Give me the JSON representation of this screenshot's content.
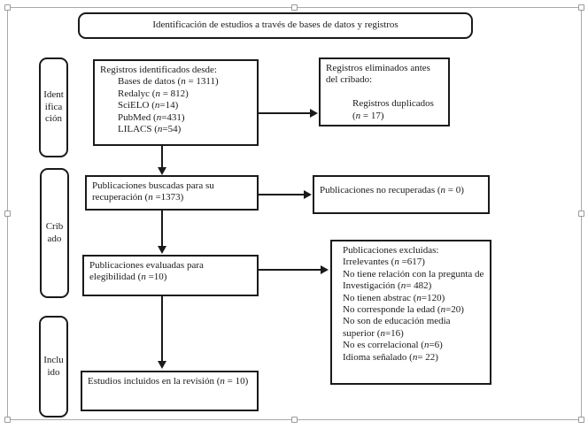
{
  "diagram": {
    "title": "Identificación de estudios a través de bases de datos y registros",
    "stages": {
      "identification": "Identificación",
      "screening": "Cribado",
      "included": "Incluido"
    },
    "boxes": {
      "records_identified": {
        "lines": [
          "Registros identificados desde:",
          "    Bases de datos (n = 1311)",
          "    Redalyc (n = 812)",
          "    SciELO (n=14)",
          "    PubMed (n=431)",
          "    LILACS (n=54)"
        ]
      },
      "records_removed": {
        "lines": [
          "Registros eliminados antes del cribado:",
          "",
          "      Registros duplicados (n = 17)"
        ]
      },
      "publications_sought": {
        "lines": [
          "Publicaciones buscadas para su recuperación (n =1373)"
        ]
      },
      "publications_not_retrieved": {
        "lines": [
          "Publicaciones no recuperadas (n = 0)"
        ]
      },
      "publications_assessed": {
        "lines": [
          "Publicaciones evaluadas para elegibilidad (n =10)"
        ]
      },
      "publications_excluded": {
        "lines": [
          "Publicaciones excluidas:",
          "Irrelevantes (n =617)",
          "No tiene relación con la pregunta de Investigación (n= 482)",
          "No tienen abstrac (n=120)",
          "No corresponde la edad (n=20)",
          "No son de educación media superior (n=16)",
          "No es correlacional (n=6)",
          "Idioma señalado (n= 22)"
        ]
      },
      "studies_included": {
        "lines": [
          "Estudios incluidos en la revisión (n = 10)"
        ]
      }
    },
    "colors": {
      "box_border": "#1a1a1a",
      "text": "#1a1a1a",
      "selection_frame": "#a9a9a9"
    }
  }
}
